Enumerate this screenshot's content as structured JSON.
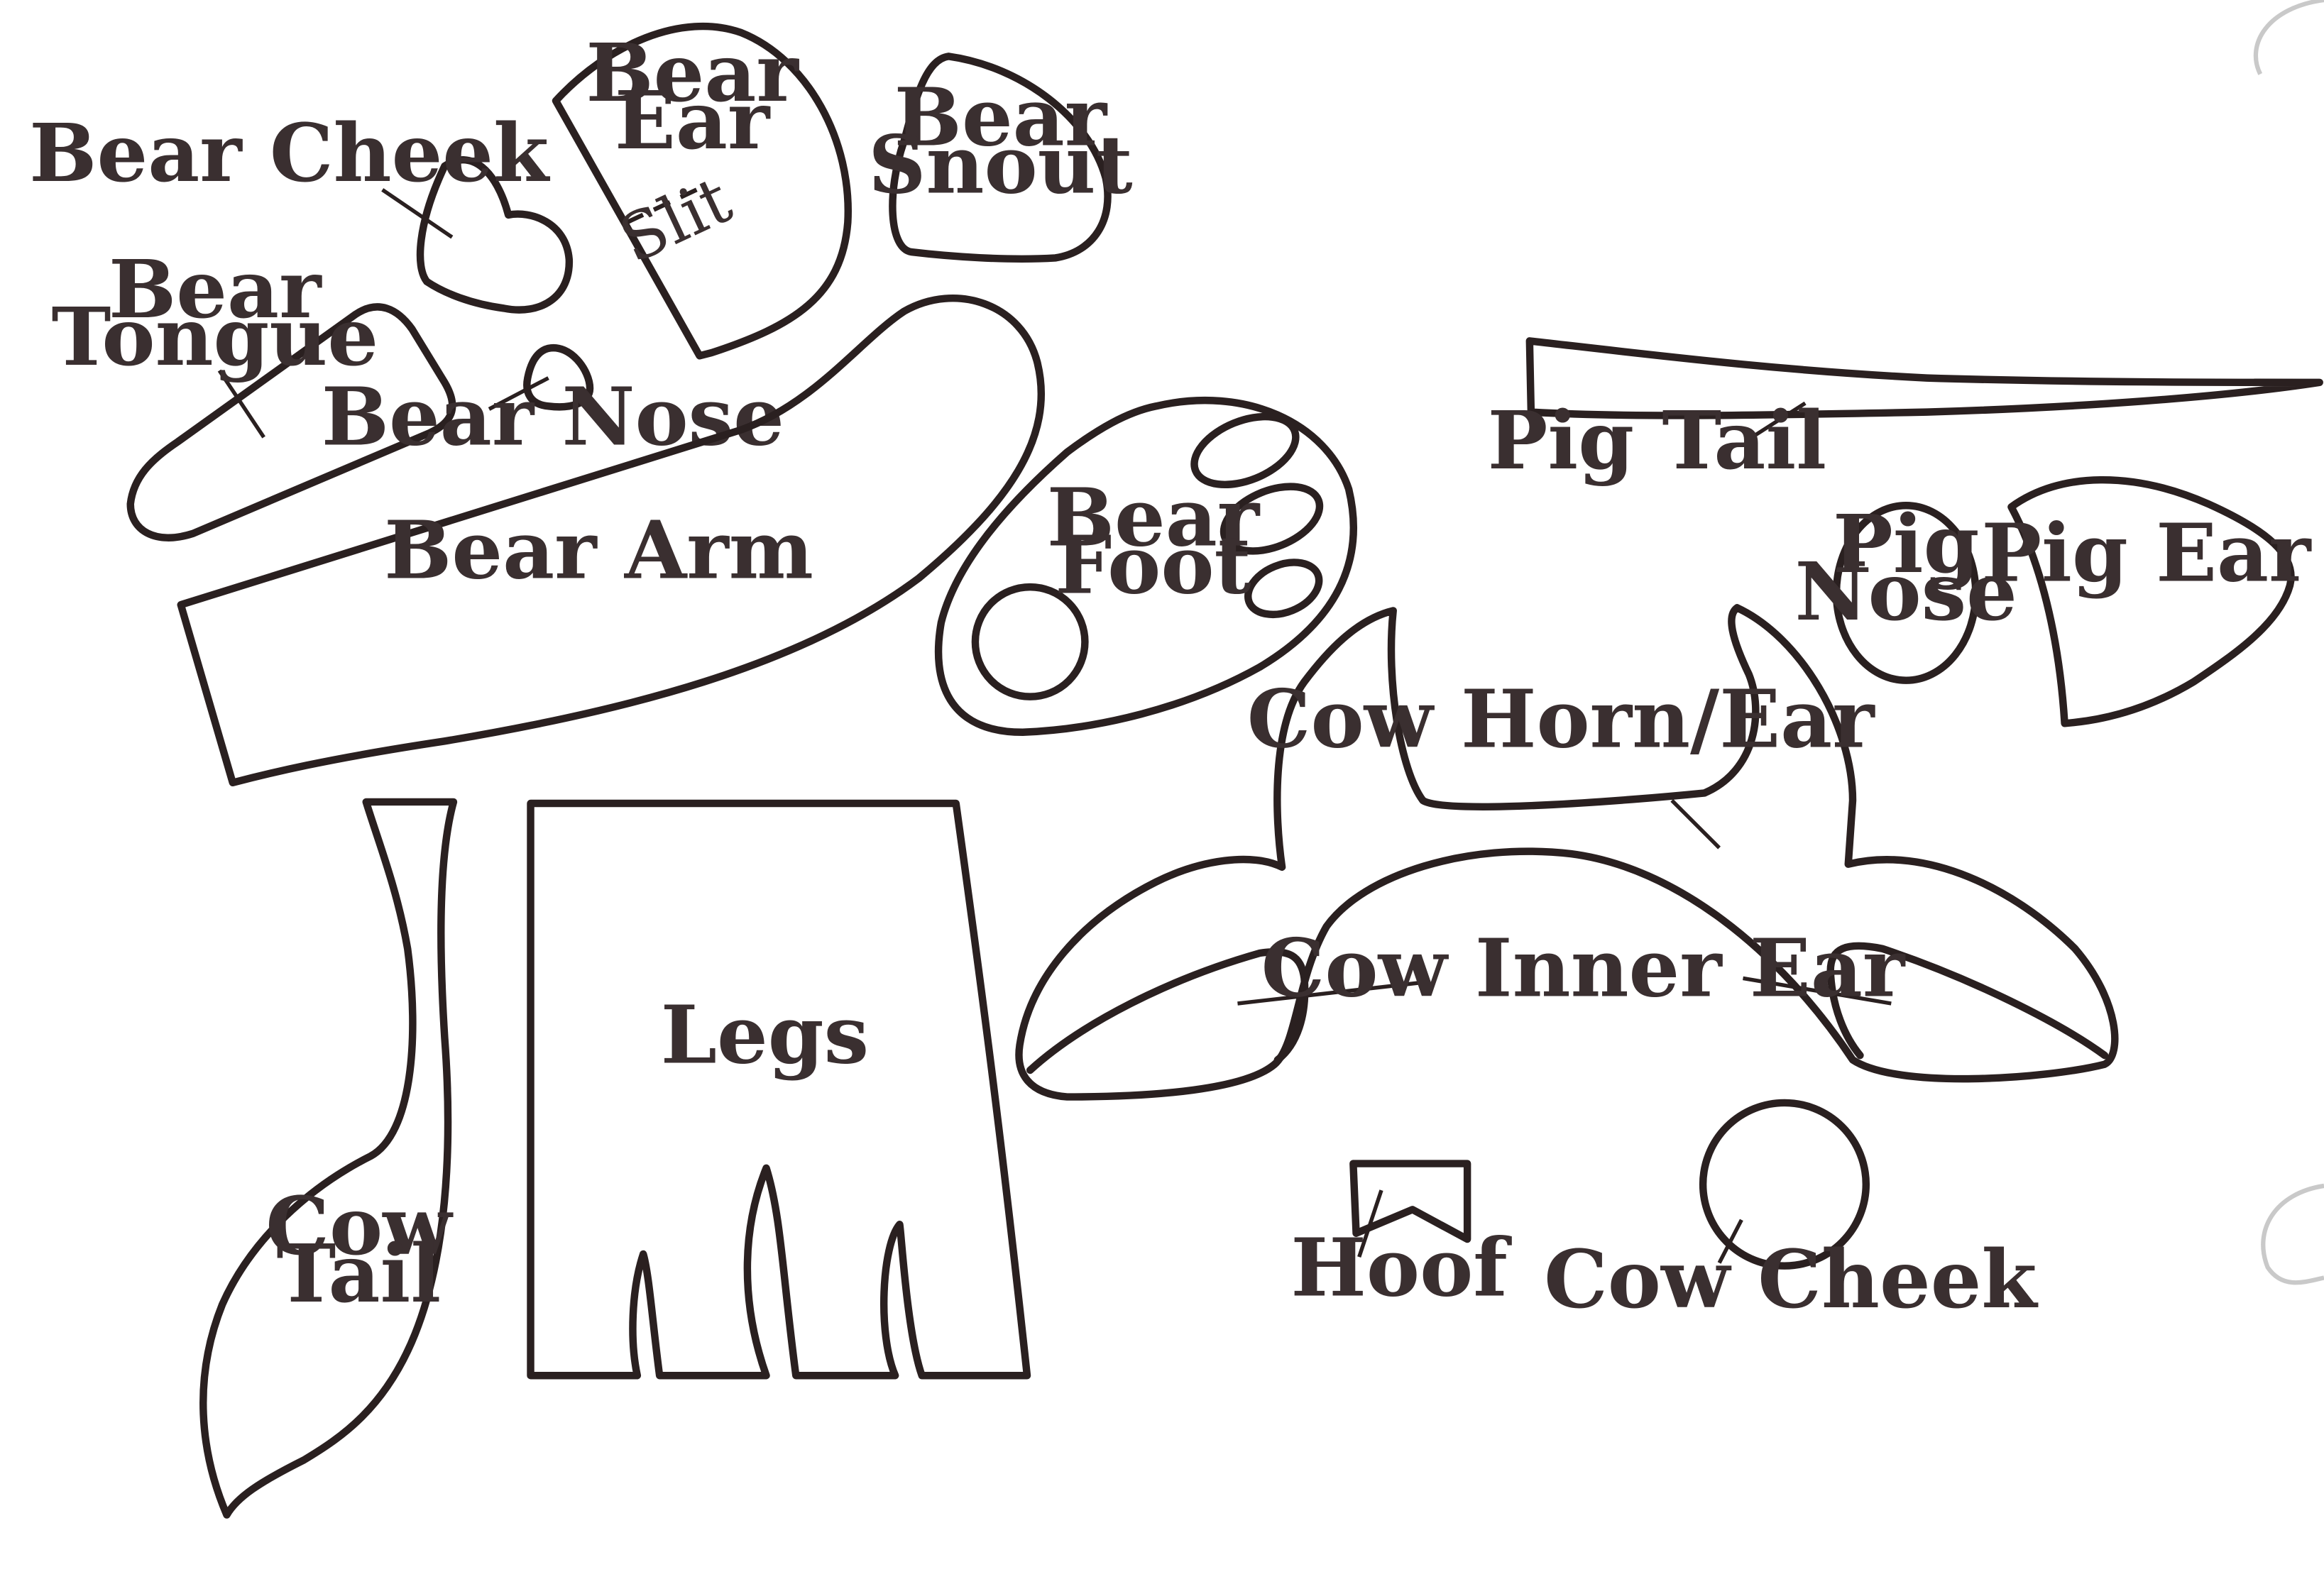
{
  "labels": {
    "bear_ear_1": "Bear",
    "bear_ear_2": "Ear",
    "bear_ear_slit": "Slit",
    "bear_cheek": "Bear Cheek",
    "bear_snout_1": "Bear",
    "bear_snout_2": "Snout",
    "bear_tongue_1": "Bear",
    "bear_tongue_2": "Tongue",
    "bear_nose": "Bear Nose",
    "bear_arm": "Bear Arm",
    "bear_foot_1": "Bear",
    "bear_foot_2": "Foot",
    "pig_tail": "Pig Tail",
    "pig_nose_1": "Pig",
    "pig_nose_2": "Nose",
    "pig_ear": "Pig Ear",
    "cow_horn_ear": "Cow Horn/Ear",
    "cow_inner_ear": "Cow Inner Ear",
    "cow_tail_1": "Cow",
    "cow_tail_2": "Tail",
    "legs": "Legs",
    "hoof": "Hoof",
    "cow_cheek": "Cow Cheek"
  },
  "colors": {
    "ink": "#2a2020",
    "label_text": "#3a2f30",
    "paper": "#ffffff"
  }
}
